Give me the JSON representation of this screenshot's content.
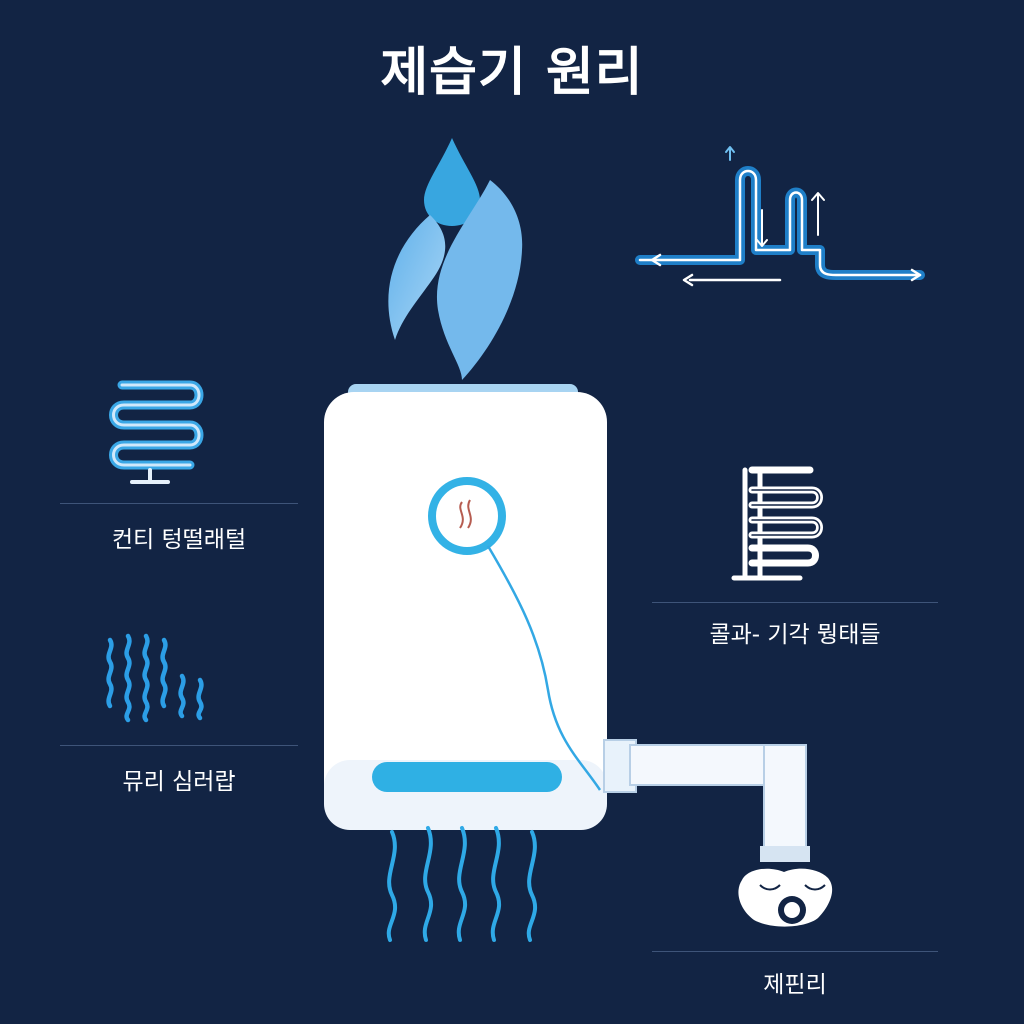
{
  "title": "제습기 원리",
  "labels": {
    "left_top": "컨티 텅떨래털",
    "left_bottom": "뮤리 심러랍",
    "right_middle": "콜과- 기각 뭥태들",
    "right_bottom": "제핀리"
  },
  "colors": {
    "background": "#122444",
    "accent_blue": "#38b6e8",
    "light_blue": "#8fc8f0",
    "unit_white": "#ffffff",
    "divider": "#3e5479"
  }
}
